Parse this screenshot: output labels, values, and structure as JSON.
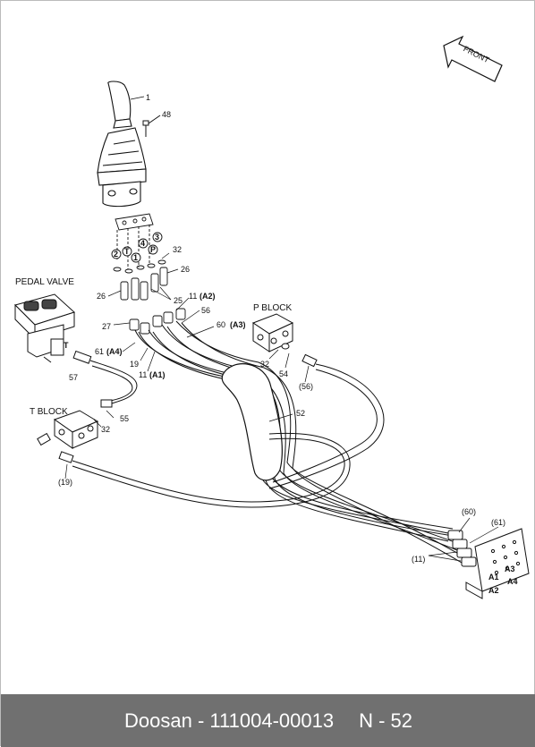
{
  "diagram": {
    "front_label": "FRONT",
    "pedal_valve_label": "PEDAL VALVE",
    "p_block_label": "P BLOCK",
    "t_block_label": "T BLOCK",
    "port_labels": {
      "t": "T",
      "p": "P",
      "a1": "A1",
      "a2": "A2",
      "a3": "A3",
      "a4": "A4"
    },
    "callouts": {
      "n1": "1",
      "n48": "48",
      "n2c": "2",
      "tc": "T",
      "n1c": "1",
      "n4c": "4",
      "pc": "P",
      "n3c": "3",
      "n32a": "32",
      "n26a": "26",
      "n26b": "26",
      "n25": "25",
      "n27": "27",
      "n11a": "11",
      "a2": "(A2)",
      "n56": "56",
      "n60": "60",
      "a3": "(A3)",
      "n61": "61",
      "a4": "(A4)",
      "n19a": "19",
      "n11b": "11",
      "a1": "(A1)",
      "n57": "57",
      "n32b": "32",
      "n54": "54",
      "n56p": "(56)",
      "n52": "52",
      "n55": "55",
      "n32c": "32",
      "n19p": "(19)",
      "n60p": "(60)",
      "n61p": "(61)",
      "n11p": "(11)"
    }
  },
  "footer": {
    "brand": "Doosan",
    "separator": "-",
    "part_number": "111004-00013",
    "page_ref": "N - 52"
  }
}
